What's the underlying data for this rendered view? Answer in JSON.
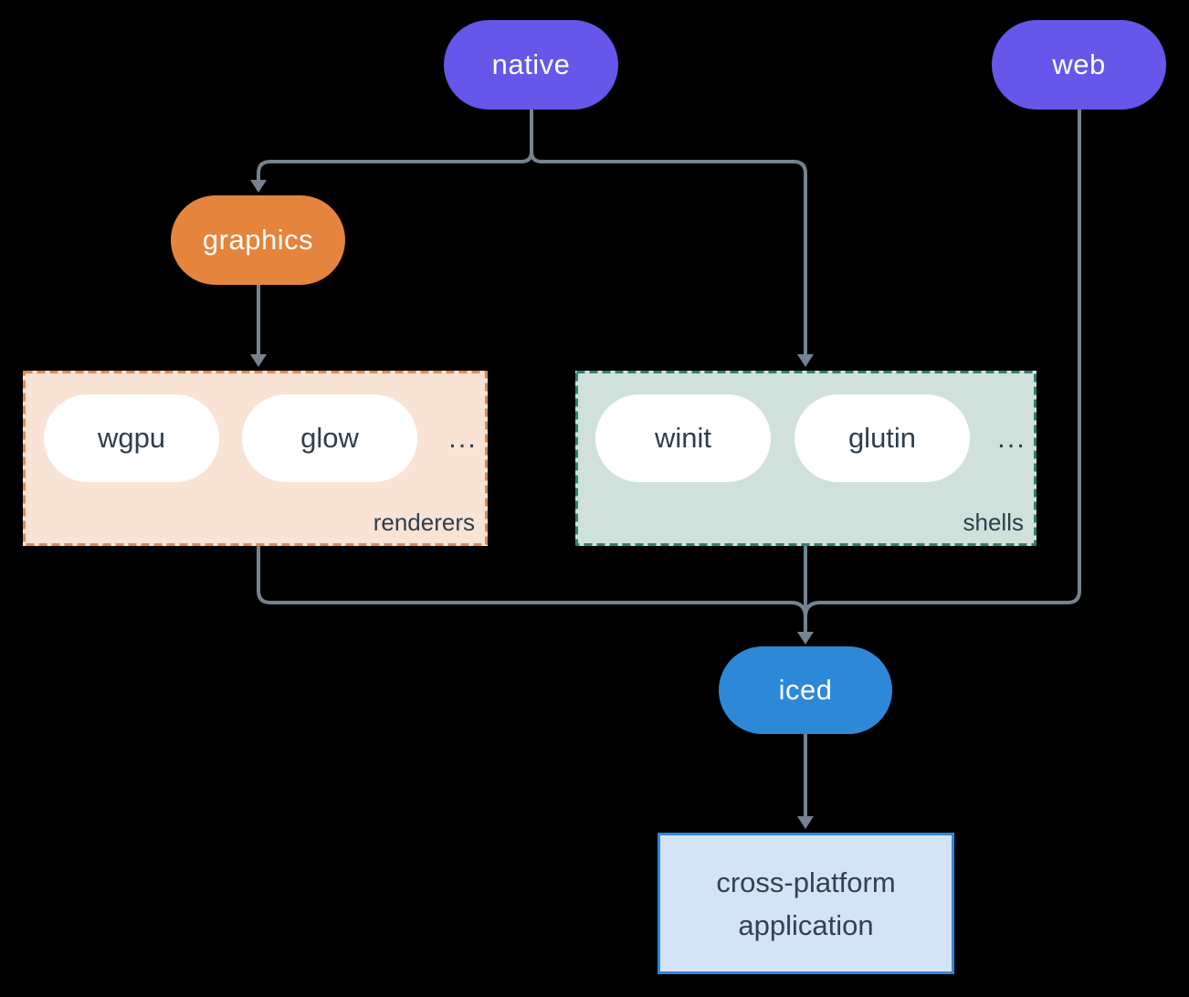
{
  "diagram": {
    "background_color": "#000000",
    "connector_color": "#76828F",
    "nodes": {
      "native": {
        "label": "native",
        "fill": "#6457EA",
        "text_color": "#FFFFFF"
      },
      "web": {
        "label": "web",
        "fill": "#6457EA",
        "text_color": "#FFFFFF"
      },
      "graphics": {
        "label": "graphics",
        "fill": "#E5843C",
        "text_color": "#FFFFFF"
      },
      "iced": {
        "label": "iced",
        "fill": "#2E88D8",
        "text_color": "#FFFFFF"
      }
    },
    "groups": {
      "renderers": {
        "label": "renderers",
        "fill": "#F9E3D5",
        "border_color": "#DD8A50",
        "items": [
          "wgpu",
          "glow"
        ],
        "ellipsis": "...",
        "item_text_color": "#2F3E4C"
      },
      "shells": {
        "label": "shells",
        "fill": "#D0E1DC",
        "border_color": "#2F8070",
        "items": [
          "winit",
          "glutin"
        ],
        "ellipsis": "...",
        "item_text_color": "#2F3E4C"
      }
    },
    "application": {
      "line1": "cross-platform",
      "line2": "application",
      "fill": "#D4E4F6",
      "border_color": "#2F88DB",
      "text_color": "#33424E"
    },
    "edges": [
      "native -> graphics",
      "native -> shells",
      "graphics -> renderers",
      "renderers -> iced",
      "shells -> iced",
      "web -> iced",
      "iced -> application"
    ]
  }
}
